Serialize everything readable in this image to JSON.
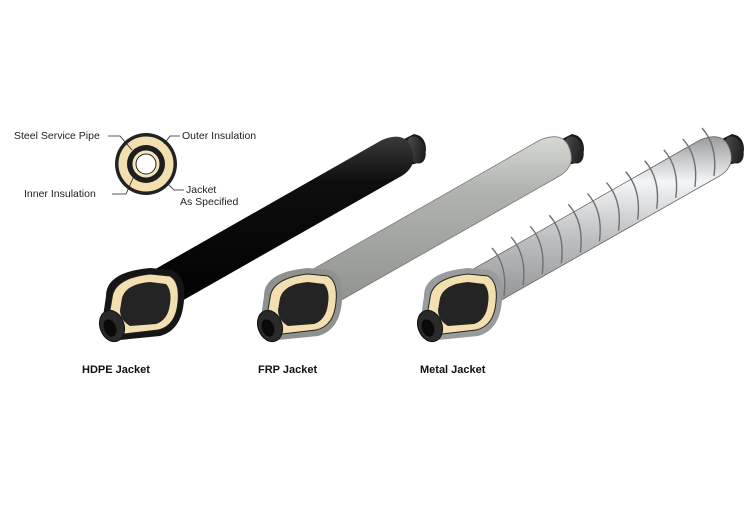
{
  "legend": {
    "steel_service_pipe": "Steel Service Pipe",
    "outer_insulation": "Outer Insulation",
    "inner_insulation": "Inner Insulation",
    "jacket_line1": "Jacket",
    "jacket_line2": "As Specified"
  },
  "pipes": [
    {
      "id": "hdpe",
      "caption": "HDPE Jacket",
      "jacket_color": "#111111"
    },
    {
      "id": "frp",
      "caption": "FRP Jacket",
      "jacket_color": "#a9aca6"
    },
    {
      "id": "metal",
      "caption": "Metal Jacket",
      "jacket_color": "#c9cacb"
    }
  ],
  "colors": {
    "insulation": "#f3dfb0",
    "core": "#1a1a1a",
    "outline": "#222222"
  }
}
